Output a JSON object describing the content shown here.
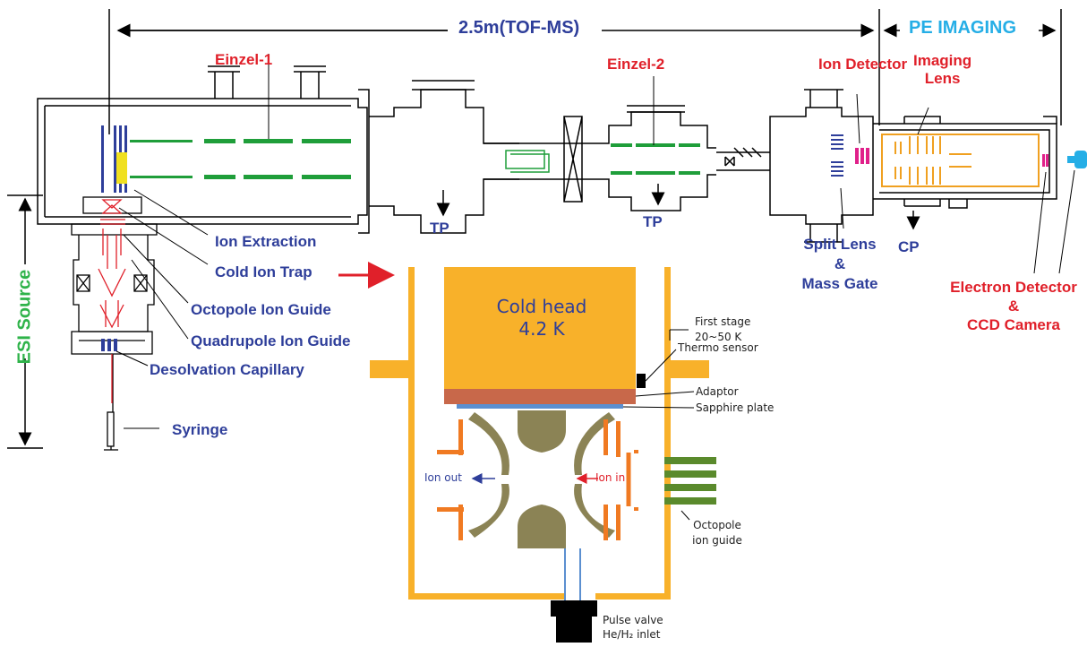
{
  "labels": {
    "tof_length": "2.5m(TOF-MS)",
    "pe_imaging": "PE IMAGING",
    "einzel1": "Einzel-1",
    "einzel2": "Einzel-2",
    "ion_detector": "Ion Detector",
    "imaging_lens": [
      "Imaging",
      "Lens"
    ],
    "tp1": "TP",
    "tp2": "TP",
    "cp": "CP",
    "split_lens": [
      "Split Lens",
      "&",
      "Mass Gate"
    ],
    "electron_detector": [
      "Electron Detector",
      "&",
      "CCD Camera"
    ],
    "ion_extraction": "Ion Extraction",
    "cold_ion_trap": "Cold Ion Trap",
    "octopole_ion_guide": "Octopole Ion Guide",
    "quadrupole_ion_guide": "Quadrupole Ion Guide",
    "desolvation_capillary": "Desolvation Capillary",
    "syringe": "Syringe",
    "esi_source": "ESI Source"
  },
  "trap_labels": {
    "cold_head": [
      "Cold head",
      "4.2 K"
    ],
    "first_stage": [
      "First stage",
      "20~50 K"
    ],
    "thermo_sensor": "Thermo sensor",
    "adaptor": "Adaptor",
    "sapphire_plate": "Sapphire plate",
    "ion_out": "Ion out",
    "ion_in": "Ion in",
    "octopole_guide": [
      "Octopole",
      "ion guide"
    ],
    "pulse_valve": [
      "Pulse valve",
      "He/H₂ inlet"
    ]
  },
  "colors": {
    "label_blue": "#2e3e9a",
    "label_red": "#e0202a",
    "label_cyan": "#25aee6",
    "label_green": "#2fb34a",
    "cold_head": "#f8b12a",
    "adaptor": "#c8684a",
    "sapphire": "#5b8fd0",
    "electrode": "#8b8355",
    "octopole": "#5a8a2c",
    "rods": "#1f9e3a",
    "lens_orange": "#f0a020",
    "magenta": "#e0208a"
  }
}
